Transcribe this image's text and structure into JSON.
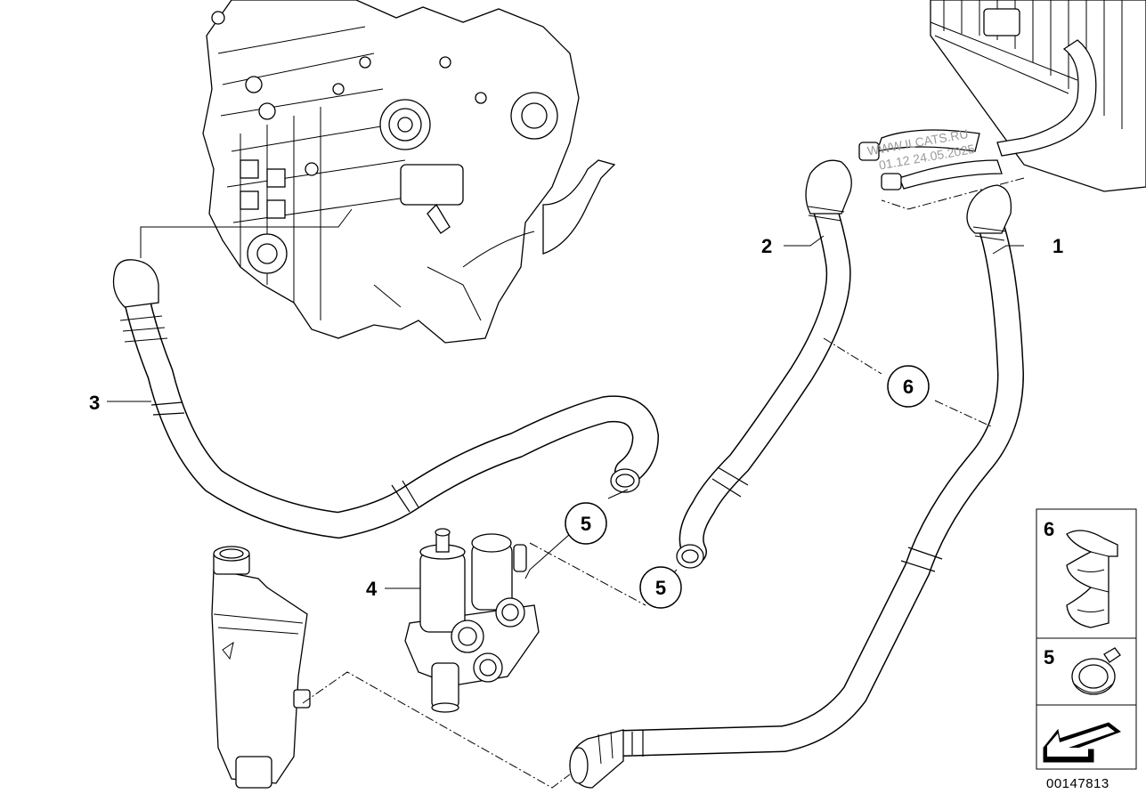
{
  "callouts": {
    "c1": "1",
    "c2": "2",
    "c3": "3",
    "c4": "4",
    "c5a": "5",
    "c5b": "5",
    "c6": "6"
  },
  "legend": {
    "item6": "6",
    "item5": "5"
  },
  "watermark": {
    "line1": "WWW.ILCATS.RU",
    "line2": "01.12 24.05.2025"
  },
  "diagram_code": "00147813",
  "colors": {
    "line": "#000000",
    "background": "#ffffff",
    "watermark": "#9a9a9a"
  }
}
